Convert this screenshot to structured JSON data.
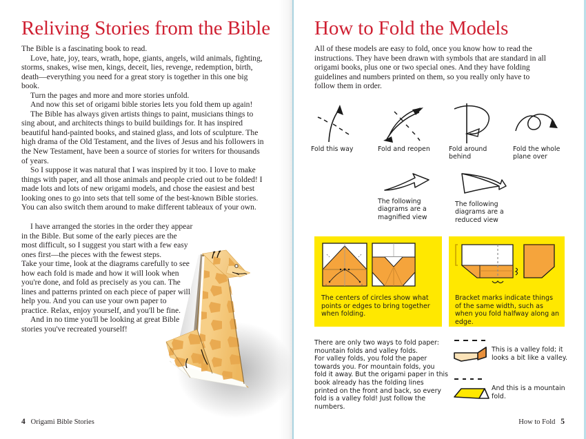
{
  "spread": {
    "accent_red": "#cf2032",
    "yellow": "#ffe800",
    "orange": "#f5a43c",
    "gutter_color": "#a9d3e0"
  },
  "left_page": {
    "title": "Reliving Stories from the Bible",
    "paragraphs": [
      "The Bible is a fascinating book to read.",
      "Love, hate, joy, tears, wrath, hope, giants, angels, wild animals, fighting, storms, snakes, wise men, kings, deceit, lies, revenge, redemption, birth, death—everything you need for a great story is together in this one big book.",
      "Turn the pages and more and more stories unfold.",
      "And now this set of origami bible stories lets you fold them up again!",
      "The Bible has always given artists things to paint, musicians things to sing about, and architects things to build buildings for. It has inspired beautiful hand-painted books, and stained glass, and lots of sculpture. The high drama of the Old Testament, and the lives of Jesus and his followers in the New Testament, have been a source of stories for writers for thousands of years.",
      "So I suppose it was natural that I was inspired by it too. I love to make things with paper, and all those animals and people cried out to be folded! I made lots and lots of new origami models, and chose the easiest and best looking ones to go into sets that tell some of the best-known Bible stories. You can also switch them around to make different tableaux of your own."
    ],
    "paragraphs_narrow": [
      "I have arranged the stories in the order they appear in the Bible. But some of the early pieces are the most difficult, so I suggest you start with a few easy ones first—the pieces with the fewest steps.",
      "Take your time, look at the diagrams carefully to see how each fold is made and how it will look when you're done, and fold as precisely as you can. The lines and patterns printed on each piece of paper will help you. And you can use your own paper to practice. Relax, enjoy yourself, and you'll be fine.",
      "And in no time you'll be looking at great Bible stories you've recreated yourself!"
    ],
    "illustration": "origami-giraffe",
    "footer": {
      "page_number": "4",
      "running_head": "Origami Bible Stories"
    }
  },
  "right_page": {
    "title": "How to Fold the Models",
    "intro": "All of these models are easy to fold, once you know how to read the instructions. They have been drawn with symbols that are standard in all origami books, plus one or two special ones. And they have folding guidelines and numbers printed on them, so you really only have to follow them in order.",
    "symbols_row1": [
      {
        "icon": "fold-this-way-arrow-icon",
        "caption": "Fold this way"
      },
      {
        "icon": "fold-and-reopen-arrow-icon",
        "caption": "Fold and reopen"
      },
      {
        "icon": "fold-around-behind-arrow-icon",
        "caption": "Fold around behind"
      },
      {
        "icon": "fold-whole-plane-over-arrow-icon",
        "caption": "Fold the whole plane over"
      }
    ],
    "symbols_row2": [
      {
        "icon": "magnified-view-arrow-icon",
        "caption": "The following diagrams are a magnified view"
      },
      {
        "icon": "reduced-view-arrow-icon",
        "caption": "The following diagrams are a reduced view"
      }
    ],
    "callouts": [
      {
        "id": "circles-callout",
        "diagram": "circle-marks-diagram",
        "text": "The centers of circles show what points or edges to bring together when folding."
      },
      {
        "id": "bracket-callout",
        "diagram": "bracket-marks-diagram",
        "text": "Bracket marks indicate things of the same width, such as when you fold halfway along an edge."
      }
    ],
    "folds_paragraph": "There are only two ways to fold paper: mountain folds and valley folds.\nFor valley folds, you fold the paper towards you. For mountain folds, you fold it away. But the origami paper in this book already has the folding lines printed on the front and back, so every fold is a valley fold! Just follow the numbers.",
    "fold_legend": [
      {
        "icon": "valley-fold-icon",
        "text": "This is a valley fold; it looks a bit like a valley."
      },
      {
        "icon": "mountain-fold-icon",
        "text": "And this is a mountain fold."
      }
    ],
    "footer": {
      "page_number": "5",
      "running_head": "How to Fold"
    }
  }
}
